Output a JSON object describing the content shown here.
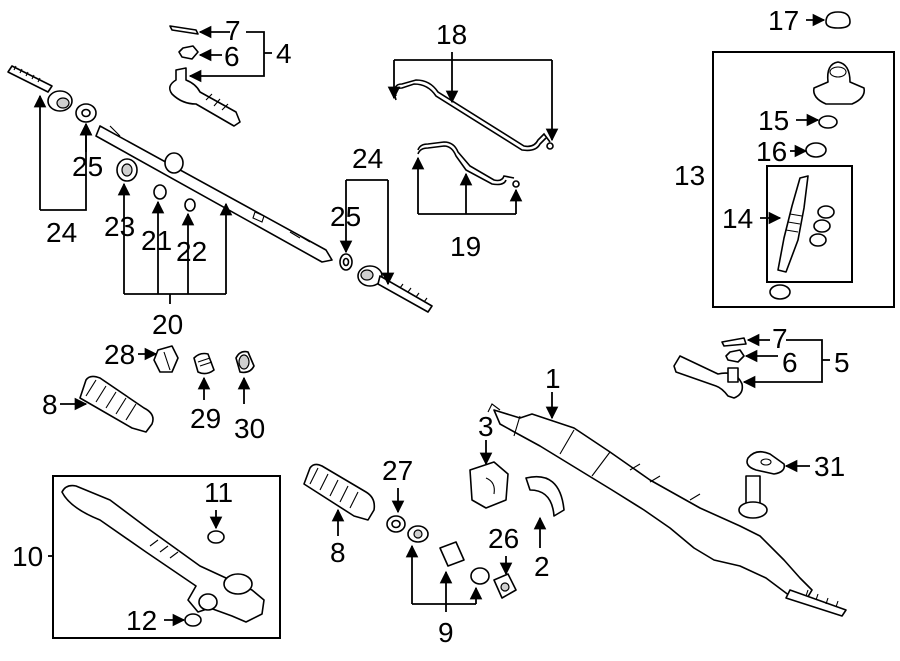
{
  "callouts": {
    "c1": "1",
    "c2": "2",
    "c3": "3",
    "c4": "4",
    "c5": "5",
    "c6a": "6",
    "c6b": "6",
    "c7a": "7",
    "c7b": "7",
    "c8a": "8",
    "c8b": "8",
    "c9": "9",
    "c10": "10",
    "c11": "11",
    "c12": "12",
    "c13": "13",
    "c14": "14",
    "c15": "15",
    "c16": "16",
    "c17": "17",
    "c18": "18",
    "c19": "19",
    "c20": "20",
    "c21": "21",
    "c22": "22",
    "c23": "23",
    "c24a": "24",
    "c24b": "24",
    "c25a": "25",
    "c25b": "25",
    "c26": "26",
    "c27": "27",
    "c28": "28",
    "c29": "29",
    "c30": "30",
    "c31": "31"
  }
}
